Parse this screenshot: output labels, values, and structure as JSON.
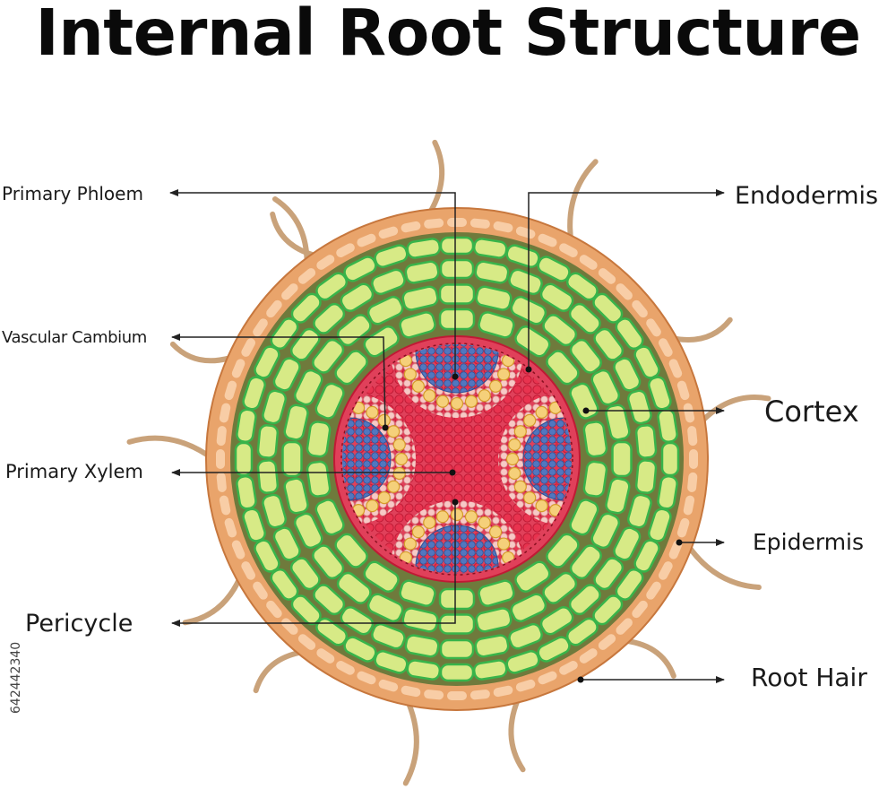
{
  "title": "Internal Root Structure",
  "labels": {
    "primary_phloem": "Primary Phloem",
    "vascular_cambium": "Vascular Cambium",
    "primary_xylem": "Primary Xylem",
    "pericycle": "Pericycle",
    "endodermis": "Endodermis",
    "cortex": "Cortex",
    "epidermis": "Epidermis",
    "root_hair": "Root Hair"
  },
  "watermark_id": "642442340",
  "colors": {
    "epidermis": "#e9a46b",
    "epidermis_cells": "#f8cda6",
    "cortex_bg": "#6f7a3c",
    "cortex_cell": "#d7ea86",
    "cortex_cell_border": "#38b44a",
    "stele": "#e8334f",
    "phloem": "#4f72b8",
    "cambium": "#f5d07a",
    "pericycle_zone": "#f6c2bf",
    "root_hair": "#c9a27a",
    "leader": "#222222"
  }
}
